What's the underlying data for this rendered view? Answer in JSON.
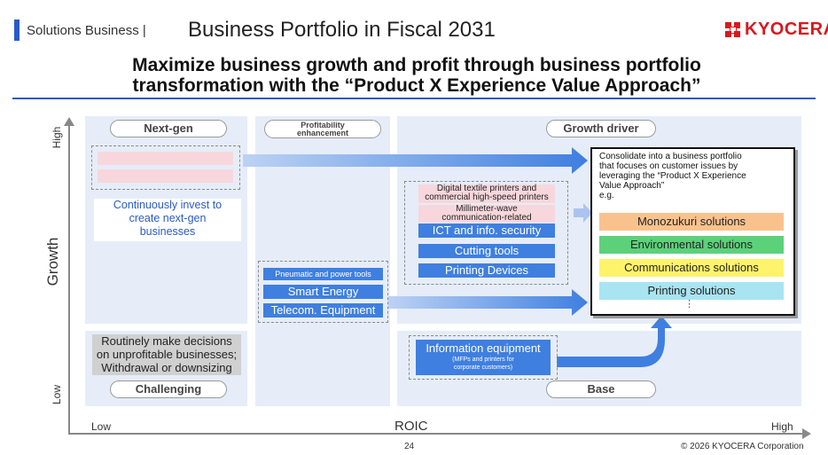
{
  "header": {
    "section": "Solutions Business |",
    "title": "Business Portfolio in Fiscal 2031",
    "logo": "KYOCERA"
  },
  "headline": {
    "line1": "Maximize business growth and profit through business portfolio",
    "line2": "transformation with the “Product X Experience Value Approach”"
  },
  "axes": {
    "y_label": "Growth",
    "y_high": "High",
    "y_low": "Low",
    "x_label": "ROIC",
    "x_low": "Low",
    "x_high": "High"
  },
  "quadrants": {
    "next_gen": {
      "label": "Next-gen",
      "text_lines": [
        "Continuously invest to",
        "create next-gen",
        "businesses"
      ]
    },
    "profitability": {
      "label_lines": [
        "Profitability",
        "enhancement"
      ],
      "items": [
        "Pneumatic and power tools",
        "Smart Energy",
        "Telecom. Equipment"
      ]
    },
    "growth_driver": {
      "label": "Growth driver",
      "items": [
        "Digital textile printers and commercial high-speed printers",
        "Millimeter-wave communication-related",
        "ICT and info. security",
        "Cutting tools",
        "Printing Devices"
      ],
      "pink_lines": [
        [
          "Digital textile printers and",
          "commercial high-speed printers"
        ],
        [
          "Millimeter-wave",
          "communication-related"
        ]
      ]
    },
    "challenging": {
      "label": "Challenging",
      "text_lines": [
        "Routinely make decisions",
        "on unprofitable businesses;",
        "Withdrawal or downsizing"
      ]
    },
    "base": {
      "label": "Base",
      "item_title": "Information equipment",
      "item_sub_lines": [
        "(MFPs and printers for",
        "corporate customers)"
      ]
    }
  },
  "consolidate": {
    "text_lines": [
      "Consolidate into a business portfolio",
      "that focuses on customer issues by",
      "leveraging the “Product X Experience",
      "Value Approach”",
      "e.g."
    ],
    "solutions": [
      {
        "label": "Monozukuri solutions",
        "color": "#f9c28d"
      },
      {
        "label": "Environmental solutions",
        "color": "#5cd17a"
      },
      {
        "label": "Communications solutions",
        "color": "#fff36b"
      },
      {
        "label": "Printing solutions",
        "color": "#a9e4f2"
      }
    ],
    "ellipsis": "⋮"
  },
  "footer": {
    "page": "24",
    "copyright": "© 2026 KYOCERA Corporation"
  },
  "colors": {
    "accent": "#2a5ac8",
    "brand": "#d71920",
    "panel": "#e6edf8",
    "arrow": "#3f7fe0"
  }
}
